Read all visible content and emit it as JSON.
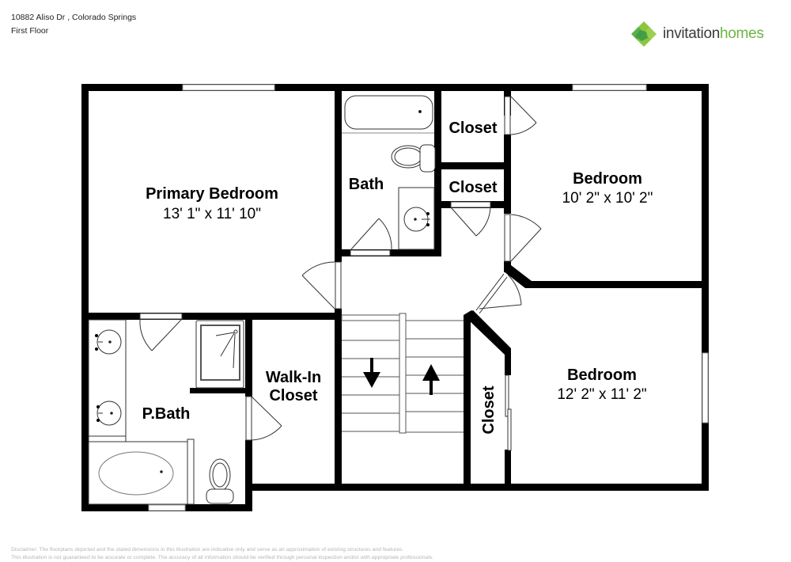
{
  "header": {
    "address": "10882 Aliso Dr , Colorado Springs",
    "floor": "First Floor"
  },
  "logo": {
    "icon": "invitation-homes-logo-icon",
    "word_part1": "invitation",
    "word_part2": "homes",
    "colors": {
      "dark": "#3a3a3a",
      "green": "#6bb644",
      "icon_light": "#8cc63f",
      "icon_dark": "#3e9a47"
    }
  },
  "rooms": {
    "primary_bedroom": {
      "name": "Primary Bedroom",
      "dimensions": "13' 1\" x 11' 10\""
    },
    "bath": {
      "name": "Bath"
    },
    "closet_top": {
      "name": "Closet"
    },
    "closet_mid": {
      "name": "Closet"
    },
    "bedroom_upper": {
      "name": "Bedroom",
      "dimensions": "10' 2\" x 10' 2\""
    },
    "bedroom_lower": {
      "name": "Bedroom",
      "dimensions": "12' 2\" x 11' 2\""
    },
    "closet_vertical": {
      "name": "Closet"
    },
    "walk_in_closet": {
      "name_line1": "Walk-In",
      "name_line2": "Closet"
    },
    "p_bath": {
      "name": "P.Bath"
    }
  },
  "stairs": {
    "down_arrow": "arrow-down-icon",
    "up_arrow": "arrow-up-icon"
  },
  "disclaimer": {
    "line1": "Disclaimer: The floorplans depicted and the stated dimensions in this illustration are indicative only and serve as an approximation of existing structures and features.",
    "line2": "This illustration is not guaranteed to be accurate or complete. The accuracy of all information should be verified through personal inspection and/or with appropriate professionals."
  }
}
